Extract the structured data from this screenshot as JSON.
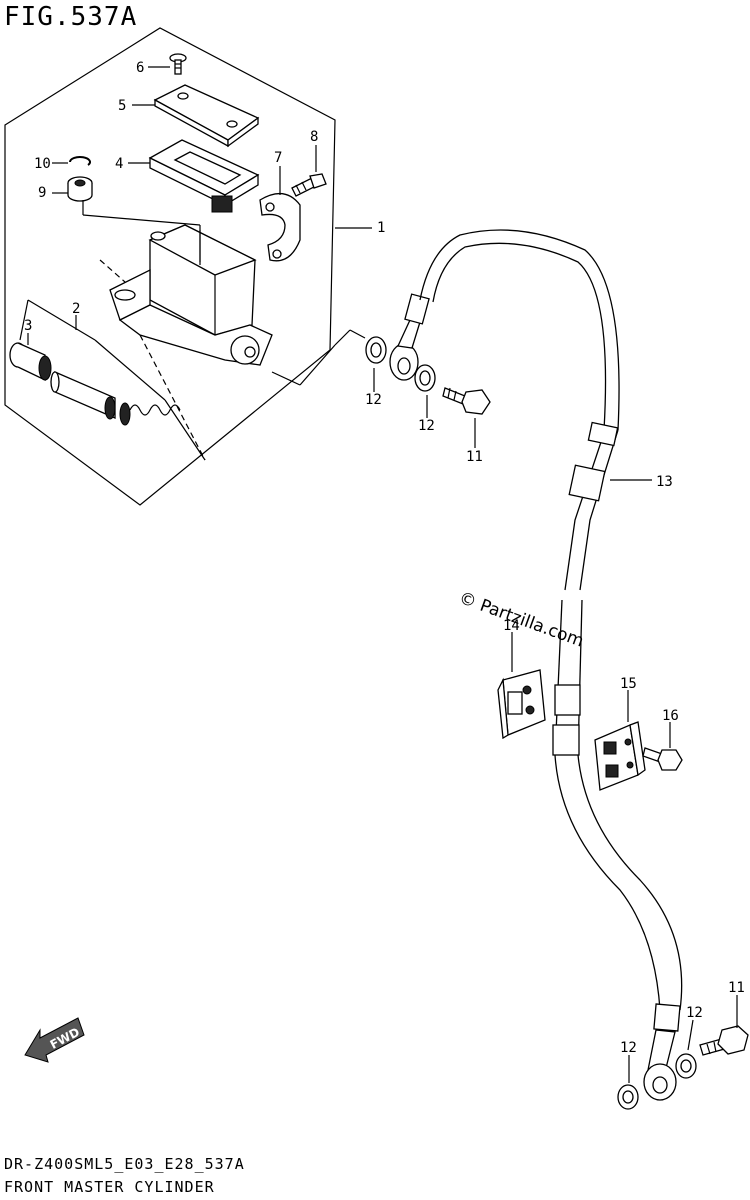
{
  "figure": {
    "title": "FIG.537A",
    "model_code": "DR-Z400SML5_E03_E28_537A",
    "assembly_name": "FRONT MASTER CYLINDER",
    "watermark": "© Partzilla.com",
    "fwd_label": "FWD"
  },
  "callouts": [
    {
      "id": "c1",
      "label": "1"
    },
    {
      "id": "c2",
      "label": "2"
    },
    {
      "id": "c3",
      "label": "3"
    },
    {
      "id": "c4",
      "label": "4"
    },
    {
      "id": "c5",
      "label": "5"
    },
    {
      "id": "c6",
      "label": "6"
    },
    {
      "id": "c7",
      "label": "7"
    },
    {
      "id": "c8",
      "label": "8"
    },
    {
      "id": "c9",
      "label": "9"
    },
    {
      "id": "c10",
      "label": "10"
    },
    {
      "id": "c11a",
      "label": "11"
    },
    {
      "id": "c11b",
      "label": "11"
    },
    {
      "id": "c12a",
      "label": "12"
    },
    {
      "id": "c12b",
      "label": "12"
    },
    {
      "id": "c12c",
      "label": "12"
    },
    {
      "id": "c12d",
      "label": "12"
    },
    {
      "id": "c13",
      "label": "13"
    },
    {
      "id": "c14",
      "label": "14"
    },
    {
      "id": "c15",
      "label": "15"
    },
    {
      "id": "c16",
      "label": "16"
    }
  ]
}
